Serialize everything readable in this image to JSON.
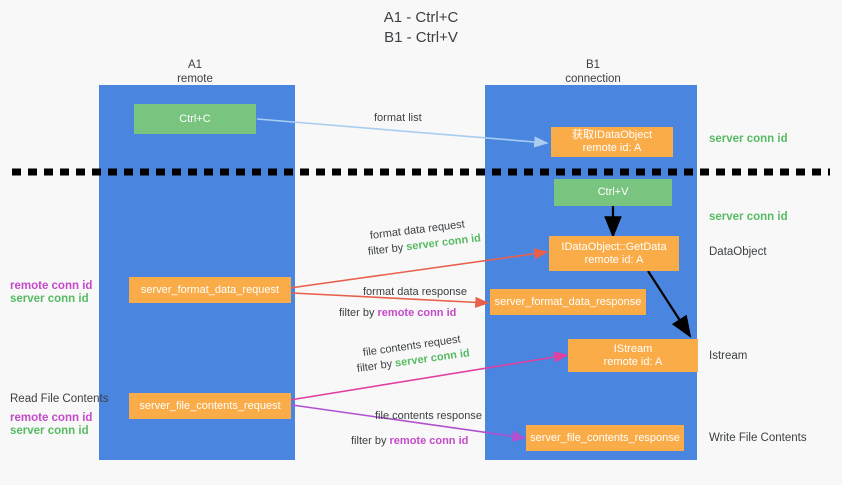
{
  "title": {
    "line1": "A1 - Ctrl+C",
    "line2": "B1 - Ctrl+V"
  },
  "columns": [
    {
      "name": "A1",
      "sub": "remote"
    },
    {
      "name": "B1",
      "sub": "connection"
    }
  ],
  "boxes": {
    "ctrl_c": "Ctrl+C",
    "ctrl_v": "Ctrl+V",
    "get_idataobject_l1": "获取IDataObject",
    "get_idataobject_l2": "remote id: A",
    "getdata_l1": "IDataObject::GetData",
    "getdata_l2": "remote id: A",
    "istream_l1": "IStream",
    "istream_l2": "remote id: A",
    "server_format_data_request": "server_format_data_request",
    "server_format_data_response": "server_format_data_response",
    "server_file_contents_request": "server_file_contents_request",
    "server_file_contents_response": "server_file_contents_response"
  },
  "right_labels": {
    "server_conn_id_1": "server conn id",
    "server_conn_id_2": "server conn id",
    "dataobject": "DataObject",
    "istream": "Istream",
    "write_file_contents": "Write File Contents"
  },
  "left_labels": {
    "remote_conn_id_1": "remote conn id",
    "server_conn_id_1": "server conn id",
    "read_file_contents": "Read File Contents",
    "remote_conn_id_2": "remote conn id",
    "server_conn_id_2": "server conn id"
  },
  "annotations": {
    "format_list": "format list",
    "format_data_request": "format data request",
    "format_data_request_filter_pre": "filter by ",
    "format_data_request_filter_key": "server conn id",
    "format_data_response": "format data response",
    "format_data_response_filter_pre": "filter by ",
    "format_data_response_filter_key": "remote conn id",
    "file_contents_request": "file contents request",
    "file_contents_request_filter_pre": "filter by ",
    "file_contents_request_filter_key": "server conn id",
    "file_contents_response": "file contents response",
    "file_contents_response_filter_pre": "filter by ",
    "file_contents_response_filter_key": "remote conn id"
  },
  "colors": {
    "lane": "#4a86e0",
    "green_box": "#79c47e",
    "orange_box": "#f9ac48",
    "green_text": "#57bb63",
    "purple_text": "#c44ac9",
    "arrow_blue": "#a8cdf0",
    "arrow_red": "#e8604c",
    "arrow_pink": "#e040a0",
    "arrow_purple": "#b050d0",
    "arrow_black": "#000000",
    "divider": "#000000",
    "background": "#f8f8f8"
  }
}
